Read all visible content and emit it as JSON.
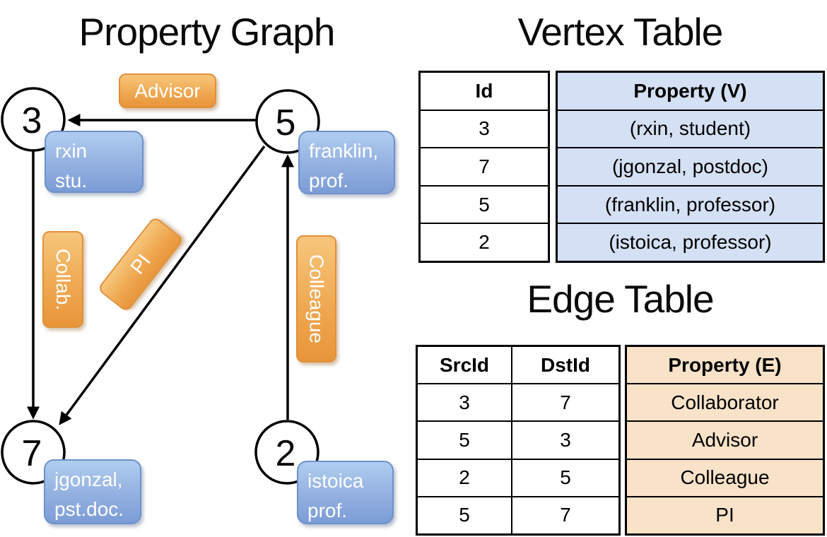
{
  "graph": {
    "title": "Property Graph",
    "vertices": [
      {
        "id": "3",
        "property_line1": "rxin",
        "property_line2": "stu."
      },
      {
        "id": "5",
        "property_line1": "franklin,",
        "property_line2": "prof."
      },
      {
        "id": "7",
        "property_line1": "jgonzal,",
        "property_line2": "pst.doc."
      },
      {
        "id": "2",
        "property_line1": "istoica",
        "property_line2": "prof."
      }
    ],
    "edge_labels": [
      {
        "label": "Advisor"
      },
      {
        "label": "Collab."
      },
      {
        "label": "PI"
      },
      {
        "label": "Colleague"
      }
    ]
  },
  "vertex_table": {
    "title": "Vertex Table",
    "columns": [
      "Id",
      "Property (V)"
    ],
    "rows": [
      [
        "3",
        "(rxin, student)"
      ],
      [
        "7",
        "(jgonzal, postdoc)"
      ],
      [
        "5",
        "(franklin, professor)"
      ],
      [
        "2",
        "(istoica, professor)"
      ]
    ]
  },
  "edge_table": {
    "title": "Edge Table",
    "columns": [
      "SrcId",
      "DstId",
      "Property (E)"
    ],
    "rows": [
      [
        "3",
        "7",
        "Collaborator"
      ],
      [
        "5",
        "3",
        "Advisor"
      ],
      [
        "2",
        "5",
        "Colleague"
      ],
      [
        "5",
        "7",
        "PI"
      ]
    ]
  },
  "colors": {
    "edge_label_fill_top": "#f7c67c",
    "edge_label_fill_bottom": "#e8953a",
    "vertex_card_fill_top": "#b0cdf0",
    "vertex_card_fill_bottom": "#7b9cd6",
    "vertex_property_column_bg": "#d4e0f3",
    "edge_property_column_bg": "#f8e2c8",
    "line_color": "#000000"
  }
}
